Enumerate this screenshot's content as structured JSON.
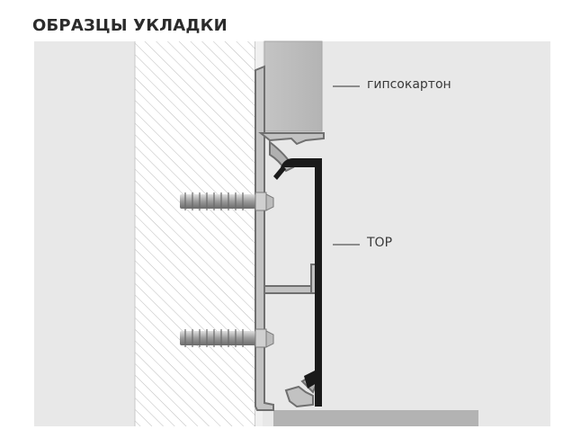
{
  "title": "ОБРАЗЦЫ УКЛАДКИ",
  "labels": {
    "drywall": "гипсокартон",
    "profile": "TOP"
  },
  "colors": {
    "panel_bg": "#e8e8e8",
    "hatch": "#bdbdbd",
    "drywall": "#bdbdbd",
    "profile_outer": "#6f6f6f",
    "profile_fill": "#c2c2c2",
    "cover": "#1a1a1a",
    "floor": "#b3b3b3",
    "screw": "#9a9a9a"
  }
}
